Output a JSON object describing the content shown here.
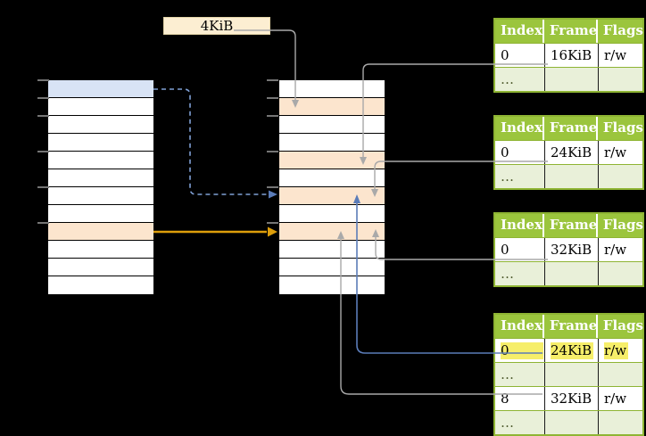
{
  "colors": {
    "background": "#000000",
    "cell_white": "#ffffff",
    "cell_blue": "#d8e3f5",
    "cell_orange": "#fce5ce",
    "label_cream": "#fceed2",
    "label_border": "#e3d4a8",
    "grid_line": "#000000",
    "tick_gray": "#757575",
    "connector_gray": "#a9a9a9",
    "connector_blue": "#5b7cb8",
    "connector_blue_dashed": "#7f9fd4",
    "connector_orange": "#dd9e0b",
    "table_header_bg": "#9bc53d",
    "table_header_text": "#ffffff",
    "table_row_alt_bg": "#e9f0d9",
    "table_border": "#8eb433",
    "cell_divider": "#1a1a1a",
    "highlight_yellow": "#f6ee6a",
    "ellipsis_text": "#4e5a2d",
    "text_black": "#000000"
  },
  "size_label": {
    "text": "4KiB"
  },
  "virtual_memory": {
    "rows": [
      {
        "fill": "blue"
      },
      {
        "fill": "white"
      },
      {
        "fill": "white"
      },
      {
        "fill": "white"
      },
      {
        "fill": "white"
      },
      {
        "fill": "white"
      },
      {
        "fill": "white"
      },
      {
        "fill": "white"
      },
      {
        "fill": "orange"
      },
      {
        "fill": "white"
      },
      {
        "fill": "white"
      },
      {
        "fill": "white"
      }
    ]
  },
  "physical_memory": {
    "rows": [
      {
        "fill": "white"
      },
      {
        "fill": "orange"
      },
      {
        "fill": "white"
      },
      {
        "fill": "white"
      },
      {
        "fill": "orange"
      },
      {
        "fill": "white"
      },
      {
        "fill": "orange"
      },
      {
        "fill": "white"
      },
      {
        "fill": "orange"
      },
      {
        "fill": "white"
      },
      {
        "fill": "white"
      },
      {
        "fill": "white"
      }
    ]
  },
  "page_tables": [
    {
      "id": "page-table-1",
      "headers": [
        "Index",
        "Frame",
        "Flags"
      ],
      "rows": [
        {
          "cells": [
            "0",
            "16KiB",
            "r/w"
          ],
          "shaded": false,
          "highlighted": false
        },
        {
          "cells": [
            "…",
            "",
            ""
          ],
          "shaded": true,
          "highlighted": false
        }
      ]
    },
    {
      "id": "page-table-2",
      "headers": [
        "Index",
        "Frame",
        "Flags"
      ],
      "rows": [
        {
          "cells": [
            "0",
            "24KiB",
            "r/w"
          ],
          "shaded": false,
          "highlighted": false
        },
        {
          "cells": [
            "…",
            "",
            ""
          ],
          "shaded": true,
          "highlighted": false
        }
      ]
    },
    {
      "id": "page-table-3",
      "headers": [
        "Index",
        "Frame",
        "Flags"
      ],
      "rows": [
        {
          "cells": [
            "0",
            "32KiB",
            "r/w"
          ],
          "shaded": false,
          "highlighted": false
        },
        {
          "cells": [
            "…",
            "",
            ""
          ],
          "shaded": true,
          "highlighted": false
        }
      ]
    },
    {
      "id": "page-table-4",
      "headers": [
        "Index",
        "Frame",
        "Flags"
      ],
      "rows": [
        {
          "cells": [
            "0",
            "24KiB",
            "r/w"
          ],
          "shaded": false,
          "highlighted": true
        },
        {
          "cells": [
            "…",
            "",
            ""
          ],
          "shaded": true,
          "highlighted": false
        },
        {
          "cells": [
            "8",
            "32KiB",
            "r/w"
          ],
          "shaded": false,
          "highlighted": false
        },
        {
          "cells": [
            "…",
            "",
            ""
          ],
          "shaded": true,
          "highlighted": false
        }
      ]
    }
  ],
  "connections": [
    {
      "from": "size-label",
      "to": "physical-frame-1",
      "style": "gray"
    },
    {
      "from": "page-table-1.row-0",
      "to": "physical-frame-4",
      "style": "gray"
    },
    {
      "from": "page-table-2.row-0",
      "to": "physical-frame-6",
      "style": "gray"
    },
    {
      "from": "page-table-3.row-0",
      "to": "physical-frame-8",
      "style": "gray"
    },
    {
      "from": "page-table-4.row-0",
      "to": "physical-frame-6",
      "style": "blue"
    },
    {
      "from": "page-table-4.row-2",
      "to": "physical-frame-8",
      "style": "gray"
    },
    {
      "from": "virtual-page-0",
      "to": "physical-frame-6",
      "style": "blue-dashed"
    },
    {
      "from": "virtual-page-8",
      "to": "physical-frame-8",
      "style": "orange"
    }
  ]
}
